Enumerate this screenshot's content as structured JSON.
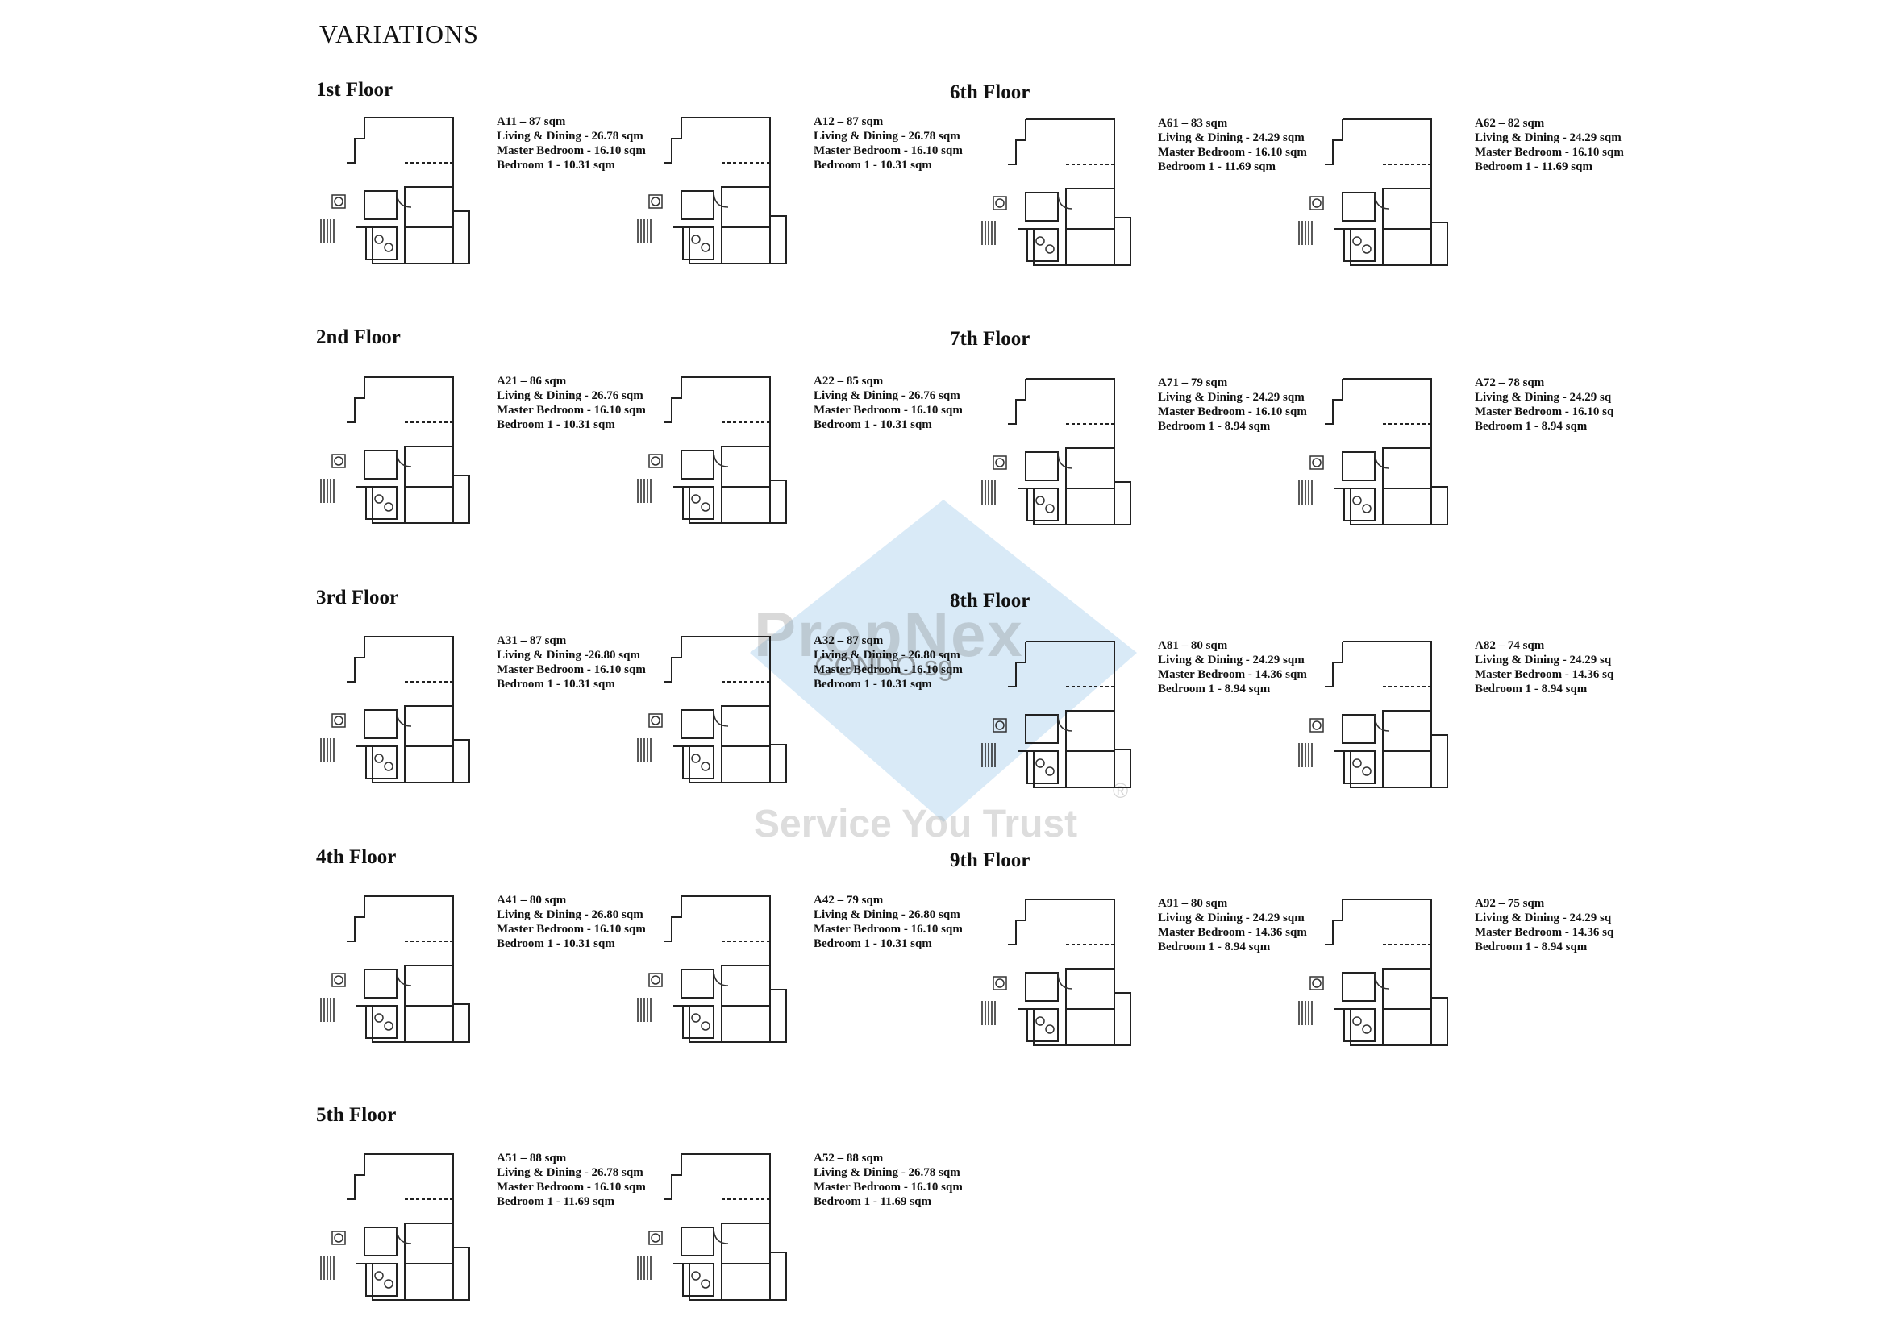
{
  "page": {
    "title": "VARIATIONS"
  },
  "watermark": {
    "brand": "PropNex",
    "site": "CONDO.sg",
    "tagline": "Service You Trust",
    "reg": "®"
  },
  "floors": [
    {
      "heading": "1st Floor",
      "units": [
        {
          "lines": [
            "A11 – 87 sqm",
            "Living & Dining - 26.78 sqm",
            "Master Bedroom - 16.10 sqm",
            "Bedroom 1 - 10.31 sqm"
          ]
        },
        {
          "lines": [
            "A12 – 87 sqm",
            "Living & Dining - 26.78 sqm",
            "Master Bedroom - 16.10 sqm",
            "Bedroom 1 - 10.31 sqm"
          ]
        }
      ]
    },
    {
      "heading": "2nd Floor",
      "units": [
        {
          "lines": [
            "A21 – 86 sqm",
            "Living & Dining - 26.76 sqm",
            "Master Bedroom - 16.10 sqm",
            "Bedroom 1 - 10.31 sqm"
          ]
        },
        {
          "lines": [
            "A22 – 85 sqm",
            "Living & Dining - 26.76 sqm",
            "Master Bedroom - 16.10 sqm",
            "Bedroom 1 - 10.31 sqm"
          ]
        }
      ]
    },
    {
      "heading": "3rd Floor",
      "units": [
        {
          "lines": [
            "A31 – 87 sqm",
            "Living & Dining -26.80 sqm",
            "Master Bedroom - 16.10 sqm",
            "Bedroom 1 - 10.31 sqm"
          ]
        },
        {
          "lines": [
            "A32 – 87 sqm",
            "Living & Dining - 26.80 sqm",
            "Master Bedroom - 16.10 sqm",
            "Bedroom 1 - 10.31 sqm"
          ]
        }
      ]
    },
    {
      "heading": "4th Floor",
      "units": [
        {
          "lines": [
            "A41 – 80 sqm",
            "Living & Dining - 26.80 sqm",
            "Master Bedroom - 16.10 sqm",
            "Bedroom 1 - 10.31 sqm"
          ]
        },
        {
          "lines": [
            "A42 – 79 sqm",
            "Living & Dining - 26.80 sqm",
            "Master Bedroom - 16.10 sqm",
            "Bedroom 1 - 10.31 sqm"
          ]
        }
      ]
    },
    {
      "heading": "5th Floor",
      "units": [
        {
          "lines": [
            "A51 – 88 sqm",
            "Living & Dining - 26.78 sqm",
            "Master Bedroom - 16.10 sqm",
            "Bedroom 1 - 11.69 sqm"
          ]
        },
        {
          "lines": [
            "A52 – 88 sqm",
            "Living & Dining - 26.78 sqm",
            "Master Bedroom - 16.10 sqm",
            "Bedroom 1 - 11.69 sqm"
          ]
        }
      ]
    },
    {
      "heading": "6th Floor",
      "units": [
        {
          "lines": [
            "A61 – 83 sqm",
            "Living & Dining - 24.29 sqm",
            "Master Bedroom - 16.10 sqm",
            "Bedroom 1 - 11.69 sqm"
          ]
        },
        {
          "lines": [
            "A62 – 82 sqm",
            "Living & Dining - 24.29 sqm",
            "Master Bedroom - 16.10 sqm",
            "Bedroom 1 - 11.69 sqm"
          ]
        }
      ]
    },
    {
      "heading": "7th Floor",
      "units": [
        {
          "lines": [
            "A71 – 79 sqm",
            "Living & Dining - 24.29 sqm",
            "Master Bedroom - 16.10 sqm",
            "Bedroom 1 - 8.94 sqm"
          ]
        },
        {
          "lines": [
            "A72 – 78 sqm",
            "Living & Dining - 24.29 sq",
            "Master Bedroom - 16.10 sq",
            "Bedroom 1 - 8.94 sqm"
          ]
        }
      ]
    },
    {
      "heading": "8th Floor",
      "units": [
        {
          "lines": [
            "A81 – 80 sqm",
            "Living & Dining - 24.29 sqm",
            "Master Bedroom - 14.36 sqm",
            "Bedroom 1 - 8.94 sqm"
          ]
        },
        {
          "lines": [
            "A82 – 74 sqm",
            "Living & Dining - 24.29 sq",
            "Master Bedroom - 14.36 sq",
            "Bedroom 1 - 8.94 sqm"
          ]
        }
      ]
    },
    {
      "heading": "9th Floor",
      "units": [
        {
          "lines": [
            "A91 – 80 sqm",
            "Living & Dining - 24.29 sqm",
            "Master Bedroom - 14.36 sqm",
            "Bedroom 1 - 8.94 sqm"
          ]
        },
        {
          "lines": [
            "A92 – 75 sqm",
            "Living & Dining - 24.29 sq",
            "Master Bedroom - 14.36 sq",
            "Bedroom 1 - 8.94 sqm"
          ]
        }
      ]
    }
  ]
}
